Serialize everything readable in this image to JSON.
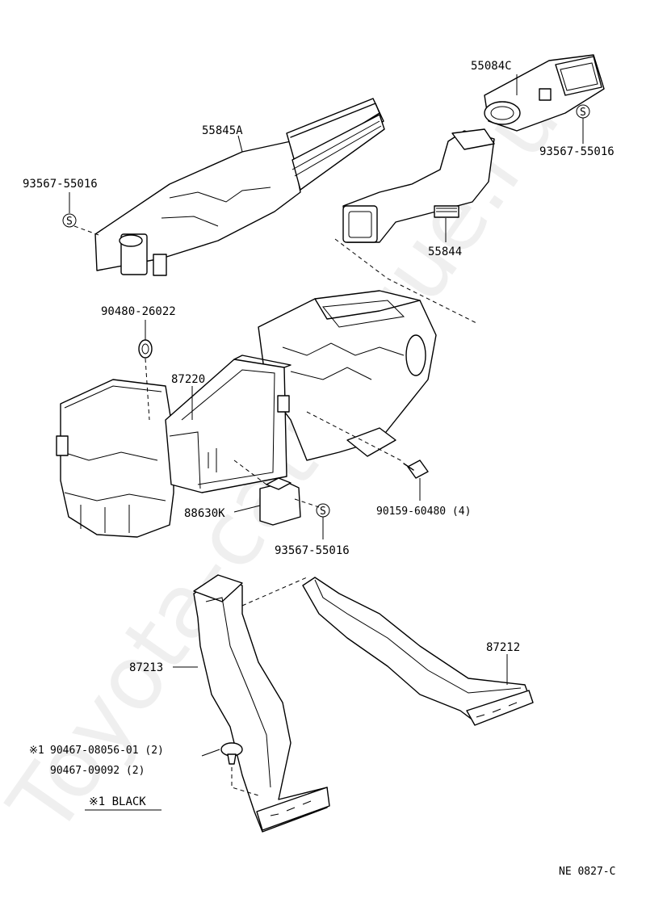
{
  "watermark": "Toyota-catalogue.ru",
  "labels": {
    "p55845a": "55845A",
    "p93567_a": "93567-55016",
    "p55084c": "55084C",
    "p93567_b": "93567-55016",
    "p55844": "55844",
    "p90480": "90480-26022",
    "p87220": "87220",
    "p88630k": "88630K",
    "p93567_c": "93567-55016",
    "p90159": "90159-60480 (4)",
    "p87212": "87212",
    "p87213": "87213",
    "p90467_a": "90467-08056-01 (2)",
    "p90467_b": "90467-09092 (2)",
    "note_mark": "※1",
    "note_text": "※1 BLACK",
    "screw_symbol": "S",
    "footer_code": "NE 0827-C"
  },
  "icons": [
    "screw-symbol-icon",
    "grommet-icon",
    "bolt-icon",
    "clip-icon"
  ]
}
